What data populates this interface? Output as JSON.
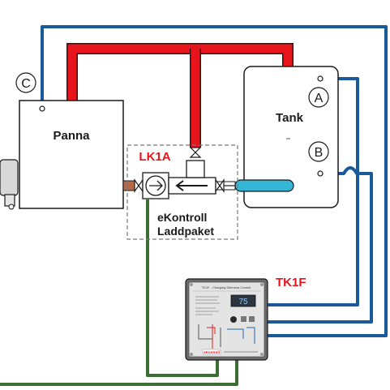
{
  "labels": {
    "boiler": "Panna",
    "tank": "Tank",
    "kit_code": "LK1A",
    "kit_name_line1": "eKontroll",
    "kit_name_line2": "Laddpaket",
    "controller_code": "TK1F",
    "point_a": "A",
    "point_b": "B",
    "point_c": "C"
  },
  "controller": {
    "header": "TK1F - Charging Dilemma Control",
    "display": "75",
    "brand": "eKontroll"
  },
  "colors": {
    "supply_pipe": "#e8141c",
    "return_pipe": "#35b6d6",
    "sensor_wire": "#1a5a9a",
    "power_wire": "#3c6d34",
    "kit_label": "#e8141c",
    "controller_label": "#e8141c"
  }
}
